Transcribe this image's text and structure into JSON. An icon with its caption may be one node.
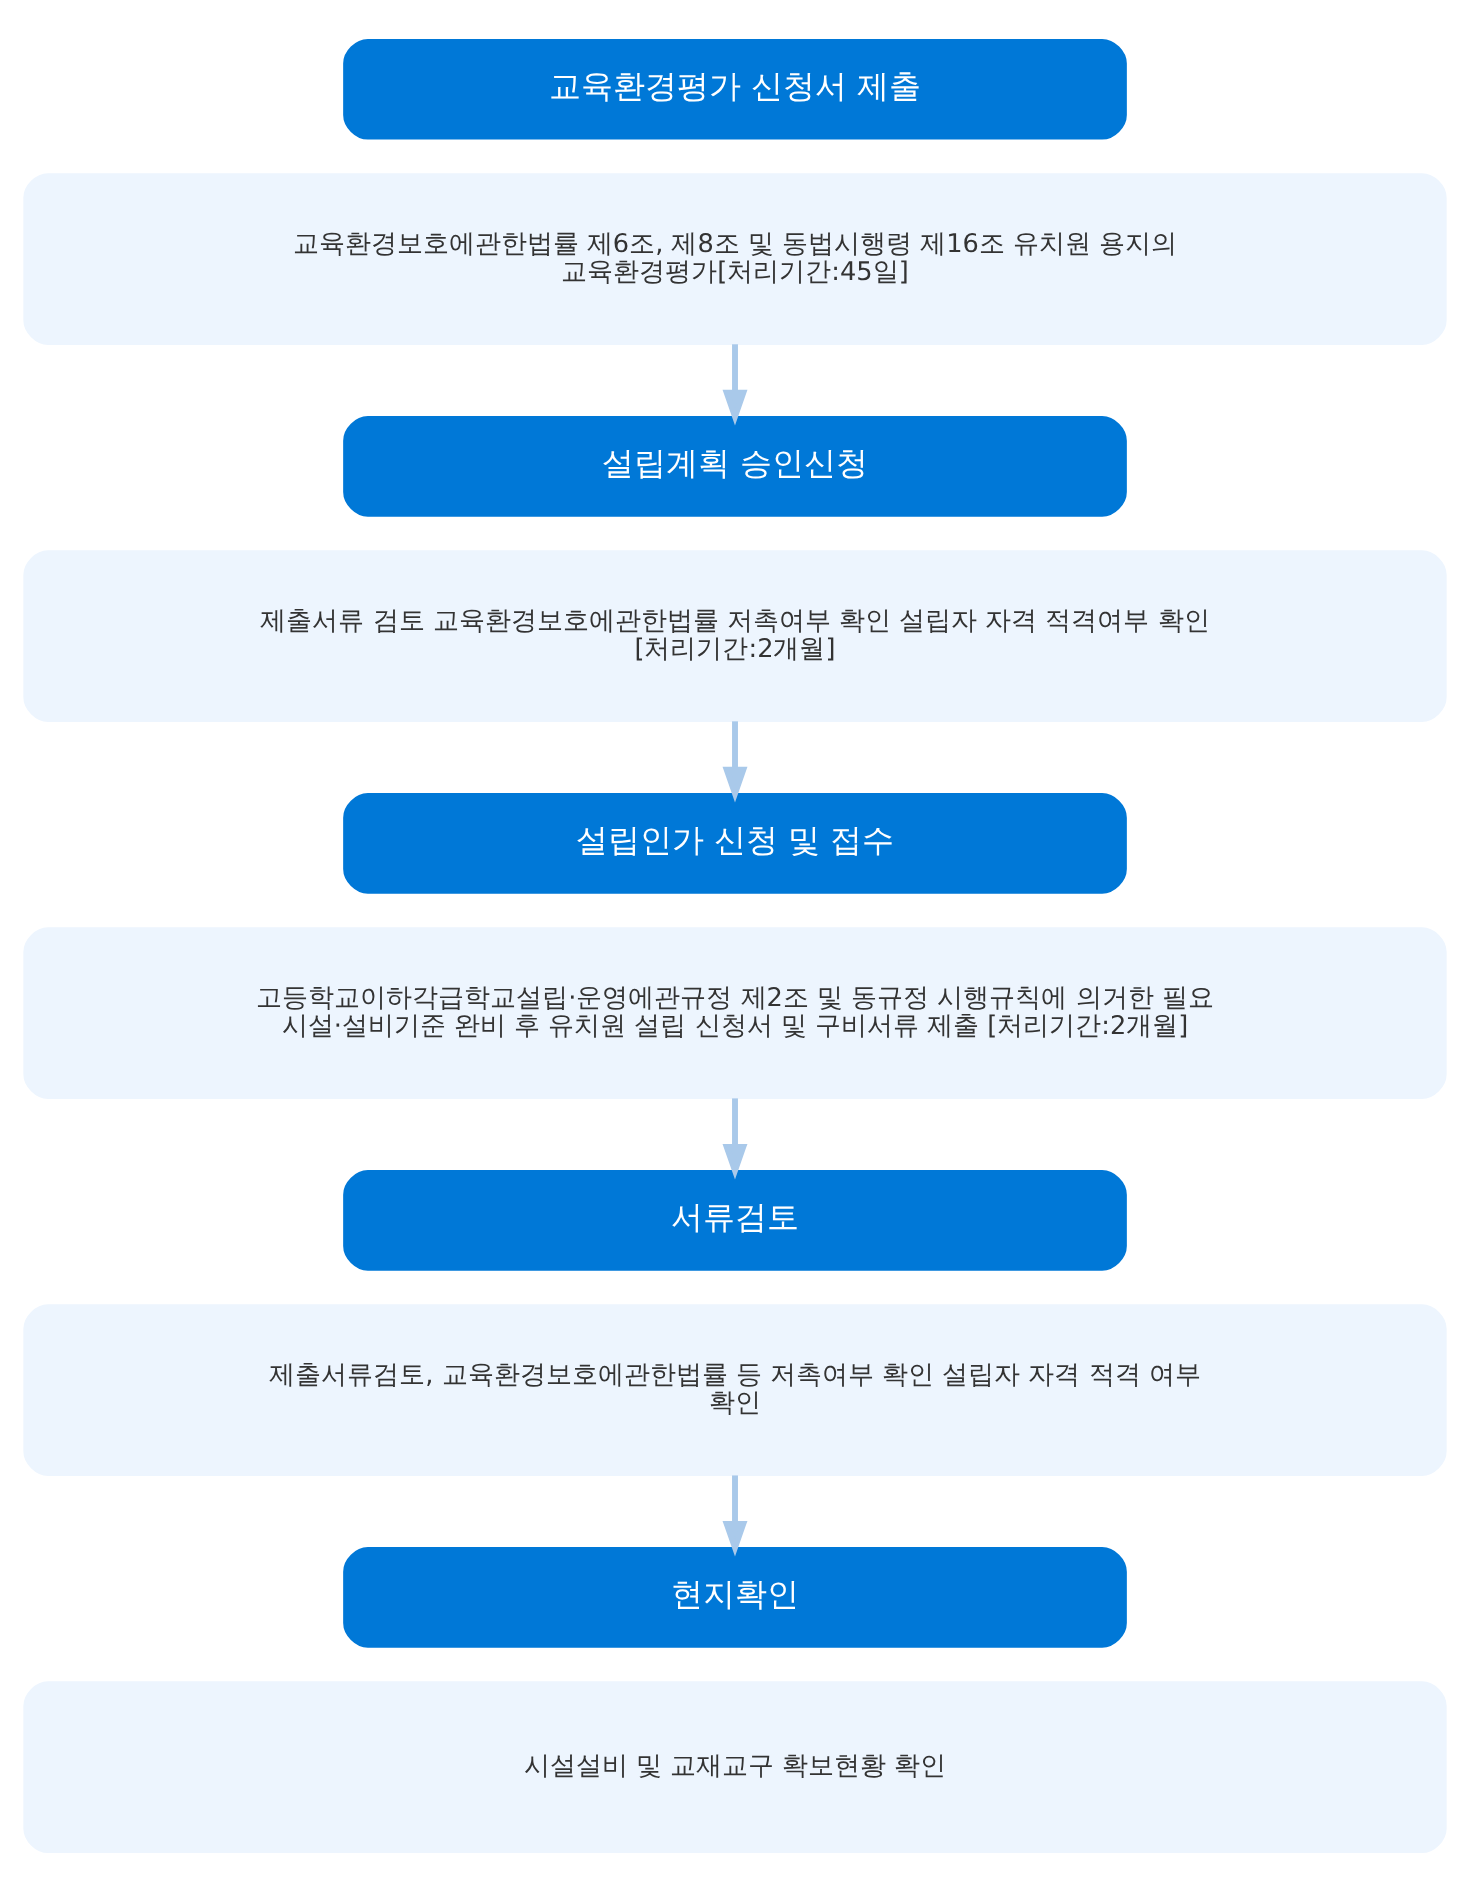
{
  "diagram": {
    "nodes": [
      {
        "text": [
          "교육환경평가 신청서 제출"
        ]
      },
      {
        "text": [
          "교육환경보호에관한법률 제6조, 제8조 및 동법시행령 제16조 유치원 용지의 교육환경평가[처리기간:45일]"
        ]
      },
      {
        "text": [
          "설립계획 승인신청"
        ]
      },
      {
        "text": [
          "제출서류 검토 교육환경보호에관한법률 저촉여부 확인 설립자 자격 적격여부 확인 [처리기간:2개월]"
        ]
      },
      {
        "text": [
          "설립인가 신청 및 접수"
        ]
      },
      {
        "text": [
          "고등학교이하각급학교설립·운영에관규정 제2조 및 동규정 시행규칙에 의거한 필요 시설·설비기준 완비 후 유치원 설립 신청서 및 구비서류 제출 [처리기간:2개월]"
        ]
      },
      {
        "text": [
          "서류검토"
        ]
      },
      {
        "text": [
          "제출서류검토, 교육환경보호에관한법률 등 저촉여부 확인 설립자 자격 적격 여부 확인"
        ]
      },
      {
        "text": [
          "현지확인"
        ]
      },
      {
        "text": [
          "시설설비 및 교재교구 확보현황 확인"
        ]
      }
    ],
    "edges": [
      {
        "from": 1,
        "to": 2,
        "arrow": "to"
      },
      {
        "from": 3,
        "to": 4,
        "arrow": "to"
      },
      {
        "from": 5,
        "to": 6,
        "arrow": "to"
      },
      {
        "from": 7,
        "to": 8,
        "arrow": "to"
      }
    ]
  }
}
